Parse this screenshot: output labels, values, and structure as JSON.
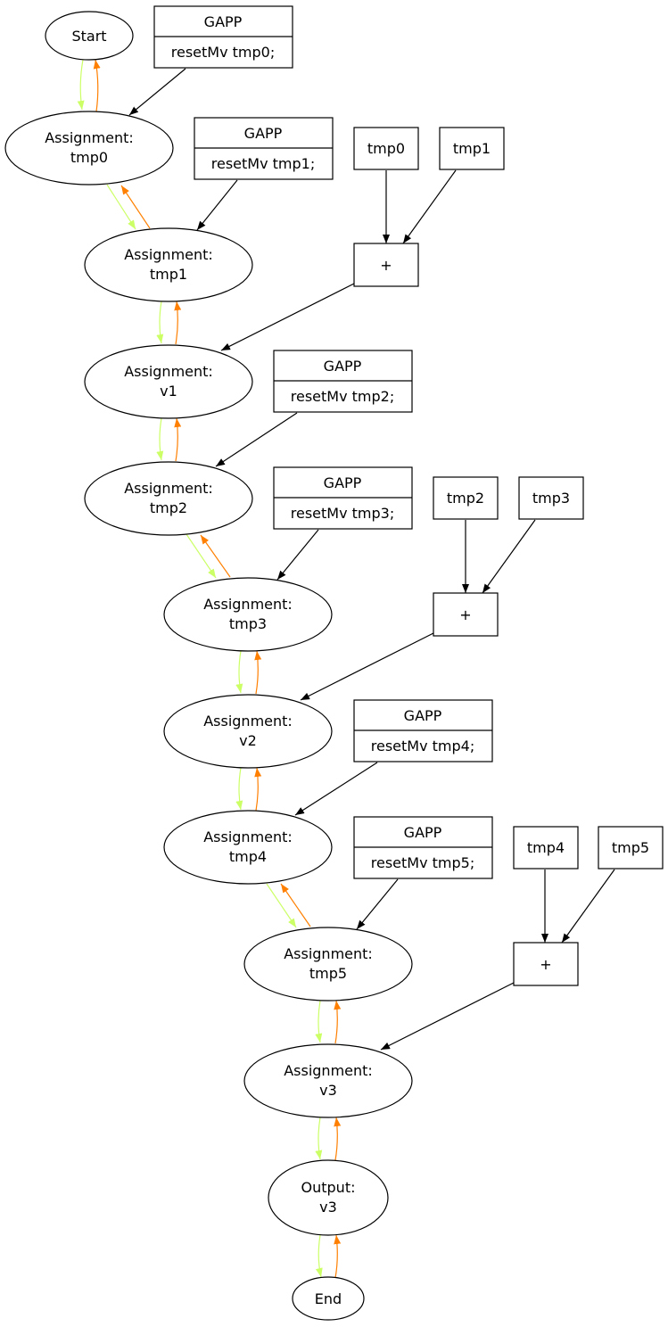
{
  "colors": {
    "control_forward": "#ccff66",
    "control_backward": "#ff7f00",
    "data_edge": "#000000"
  },
  "nodes": {
    "start": {
      "lines": [
        "Start"
      ]
    },
    "a_tmp0": {
      "lines": [
        "Assignment:",
        "tmp0"
      ]
    },
    "a_tmp1": {
      "lines": [
        "Assignment:",
        "tmp1"
      ]
    },
    "a_v1": {
      "lines": [
        "Assignment:",
        "v1"
      ]
    },
    "a_tmp2": {
      "lines": [
        "Assignment:",
        "tmp2"
      ]
    },
    "a_tmp3": {
      "lines": [
        "Assignment:",
        "tmp3"
      ]
    },
    "a_v2": {
      "lines": [
        "Assignment:",
        "v2"
      ]
    },
    "a_tmp4": {
      "lines": [
        "Assignment:",
        "tmp4"
      ]
    },
    "a_tmp5": {
      "lines": [
        "Assignment:",
        "tmp5"
      ]
    },
    "a_v3": {
      "lines": [
        "Assignment:",
        "v3"
      ]
    },
    "output_v3": {
      "lines": [
        "Output:",
        "v3"
      ]
    },
    "end": {
      "lines": [
        "End"
      ]
    }
  },
  "gapp_boxes": [
    {
      "title": "GAPP",
      "code": "resetMv tmp0;"
    },
    {
      "title": "GAPP",
      "code": "resetMv tmp1;"
    },
    {
      "title": "GAPP",
      "code": "resetMv tmp2;"
    },
    {
      "title": "GAPP",
      "code": "resetMv tmp3;"
    },
    {
      "title": "GAPP",
      "code": "resetMv tmp4;"
    },
    {
      "title": "GAPP",
      "code": "resetMv tmp5;"
    }
  ],
  "operand_boxes": [
    {
      "label": "tmp0"
    },
    {
      "label": "tmp1"
    },
    {
      "label": "tmp2"
    },
    {
      "label": "tmp3"
    },
    {
      "label": "tmp4"
    },
    {
      "label": "tmp5"
    }
  ],
  "plus_boxes": [
    {
      "label": "+"
    },
    {
      "label": "+"
    },
    {
      "label": "+"
    }
  ]
}
